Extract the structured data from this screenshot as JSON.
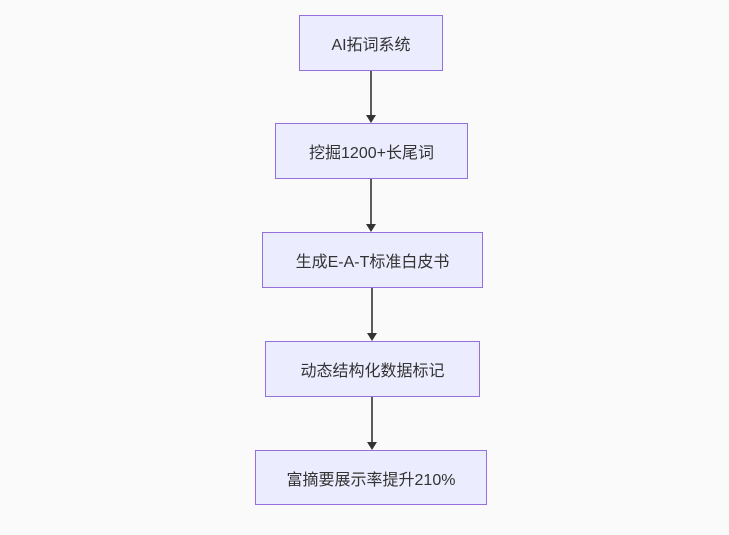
{
  "diagram": {
    "type": "flowchart-top-down",
    "nodes": [
      {
        "label": "AI拓词系统"
      },
      {
        "label": "挖掘1200+长尾词"
      },
      {
        "label": "生成E-A-T标准白皮书"
      },
      {
        "label": "动态结构化数据标记"
      },
      {
        "label": "富摘要展示率提升210%"
      }
    ],
    "edges": [
      {
        "from": 1,
        "to": 2
      },
      {
        "from": 2,
        "to": 3
      },
      {
        "from": 3,
        "to": 4
      },
      {
        "from": 4,
        "to": 5
      }
    ],
    "colors": {
      "background": "#fafafa",
      "node_fill": "#ececff",
      "node_border": "#9370db",
      "node_text": "#333333",
      "edge_line": "#5b5b5b",
      "arrowhead": "#333333"
    }
  }
}
